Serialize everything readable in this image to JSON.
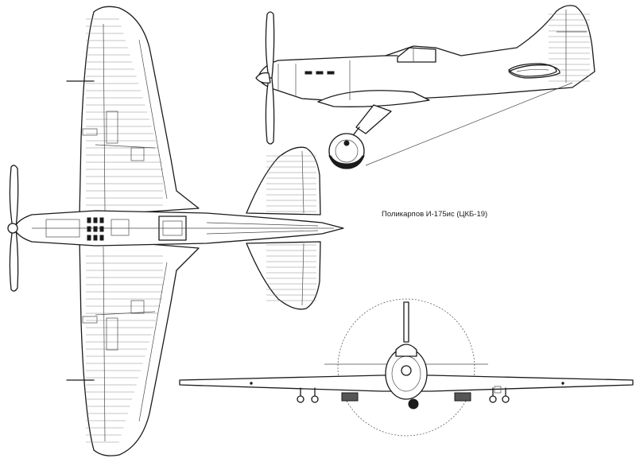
{
  "drawing": {
    "caption": "Поликарпов И-175ис (ЦКБ-19)",
    "views": [
      "side-view",
      "top-view",
      "front-view"
    ],
    "line_color": "#1a1a1a",
    "background": "#ffffff"
  }
}
